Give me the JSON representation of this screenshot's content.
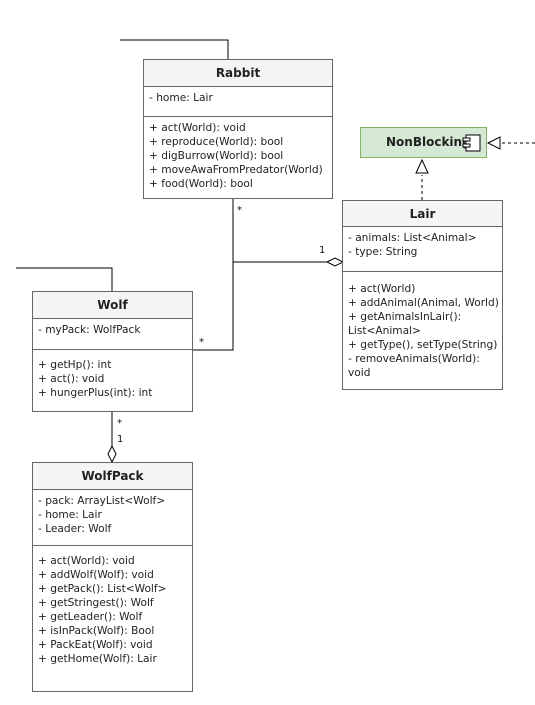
{
  "classes": {
    "rabbit": {
      "name": "Rabbit",
      "attributes": [
        "- home: Lair"
      ],
      "methods": [
        "+ act(World): void",
        "+ reproduce(World): bool",
        "+ digBurrow(World): bool",
        "+ moveAwaFromPredator(World)",
        "+ food(World): bool"
      ]
    },
    "lair": {
      "name": "Lair",
      "attributes": [
        "- animals: List<Animal>",
        "- type: String"
      ],
      "methods": [
        "+ act(World)",
        "+ addAnimal(Animal, World)",
        "+ getAnimalsInLair(): List<Animal>",
        "+ getType(), setType(String)",
        "- removeAnimals(World): void"
      ]
    },
    "wolf": {
      "name": "Wolf",
      "attributes": [
        "- myPack: WolfPack"
      ],
      "methods": [
        "+ getHp(): int",
        "+ act(): void",
        "+ hungerPlus(int): int"
      ]
    },
    "wolfpack": {
      "name": "WolfPack",
      "attributes": [
        "- pack: ArrayList<Wolf>",
        "- home: Lair",
        "- Leader: Wolf"
      ],
      "methods": [
        "+ act(World): void",
        "+ addWolf(Wolf): void",
        "+ getPack(): List<Wolf>",
        "+ getStringest(): Wolf",
        "+ getLeader(): Wolf",
        "+ isInPack(Wolf): Bool",
        "+ PackEat(Wolf): void",
        "+ getHome(Wolf): Lair"
      ]
    }
  },
  "component": {
    "name": "NonBlocking"
  },
  "multiplicities": {
    "rabbit_star": "*",
    "lair_one": "1",
    "wolf_star_right": "*",
    "wolf_star_bottom": "*",
    "wolfpack_one": "1"
  },
  "colors": {
    "border": "#666666",
    "header_fill": "#f5f5f5",
    "component_fill": "#d5e8d4",
    "component_border": "#82b366"
  }
}
